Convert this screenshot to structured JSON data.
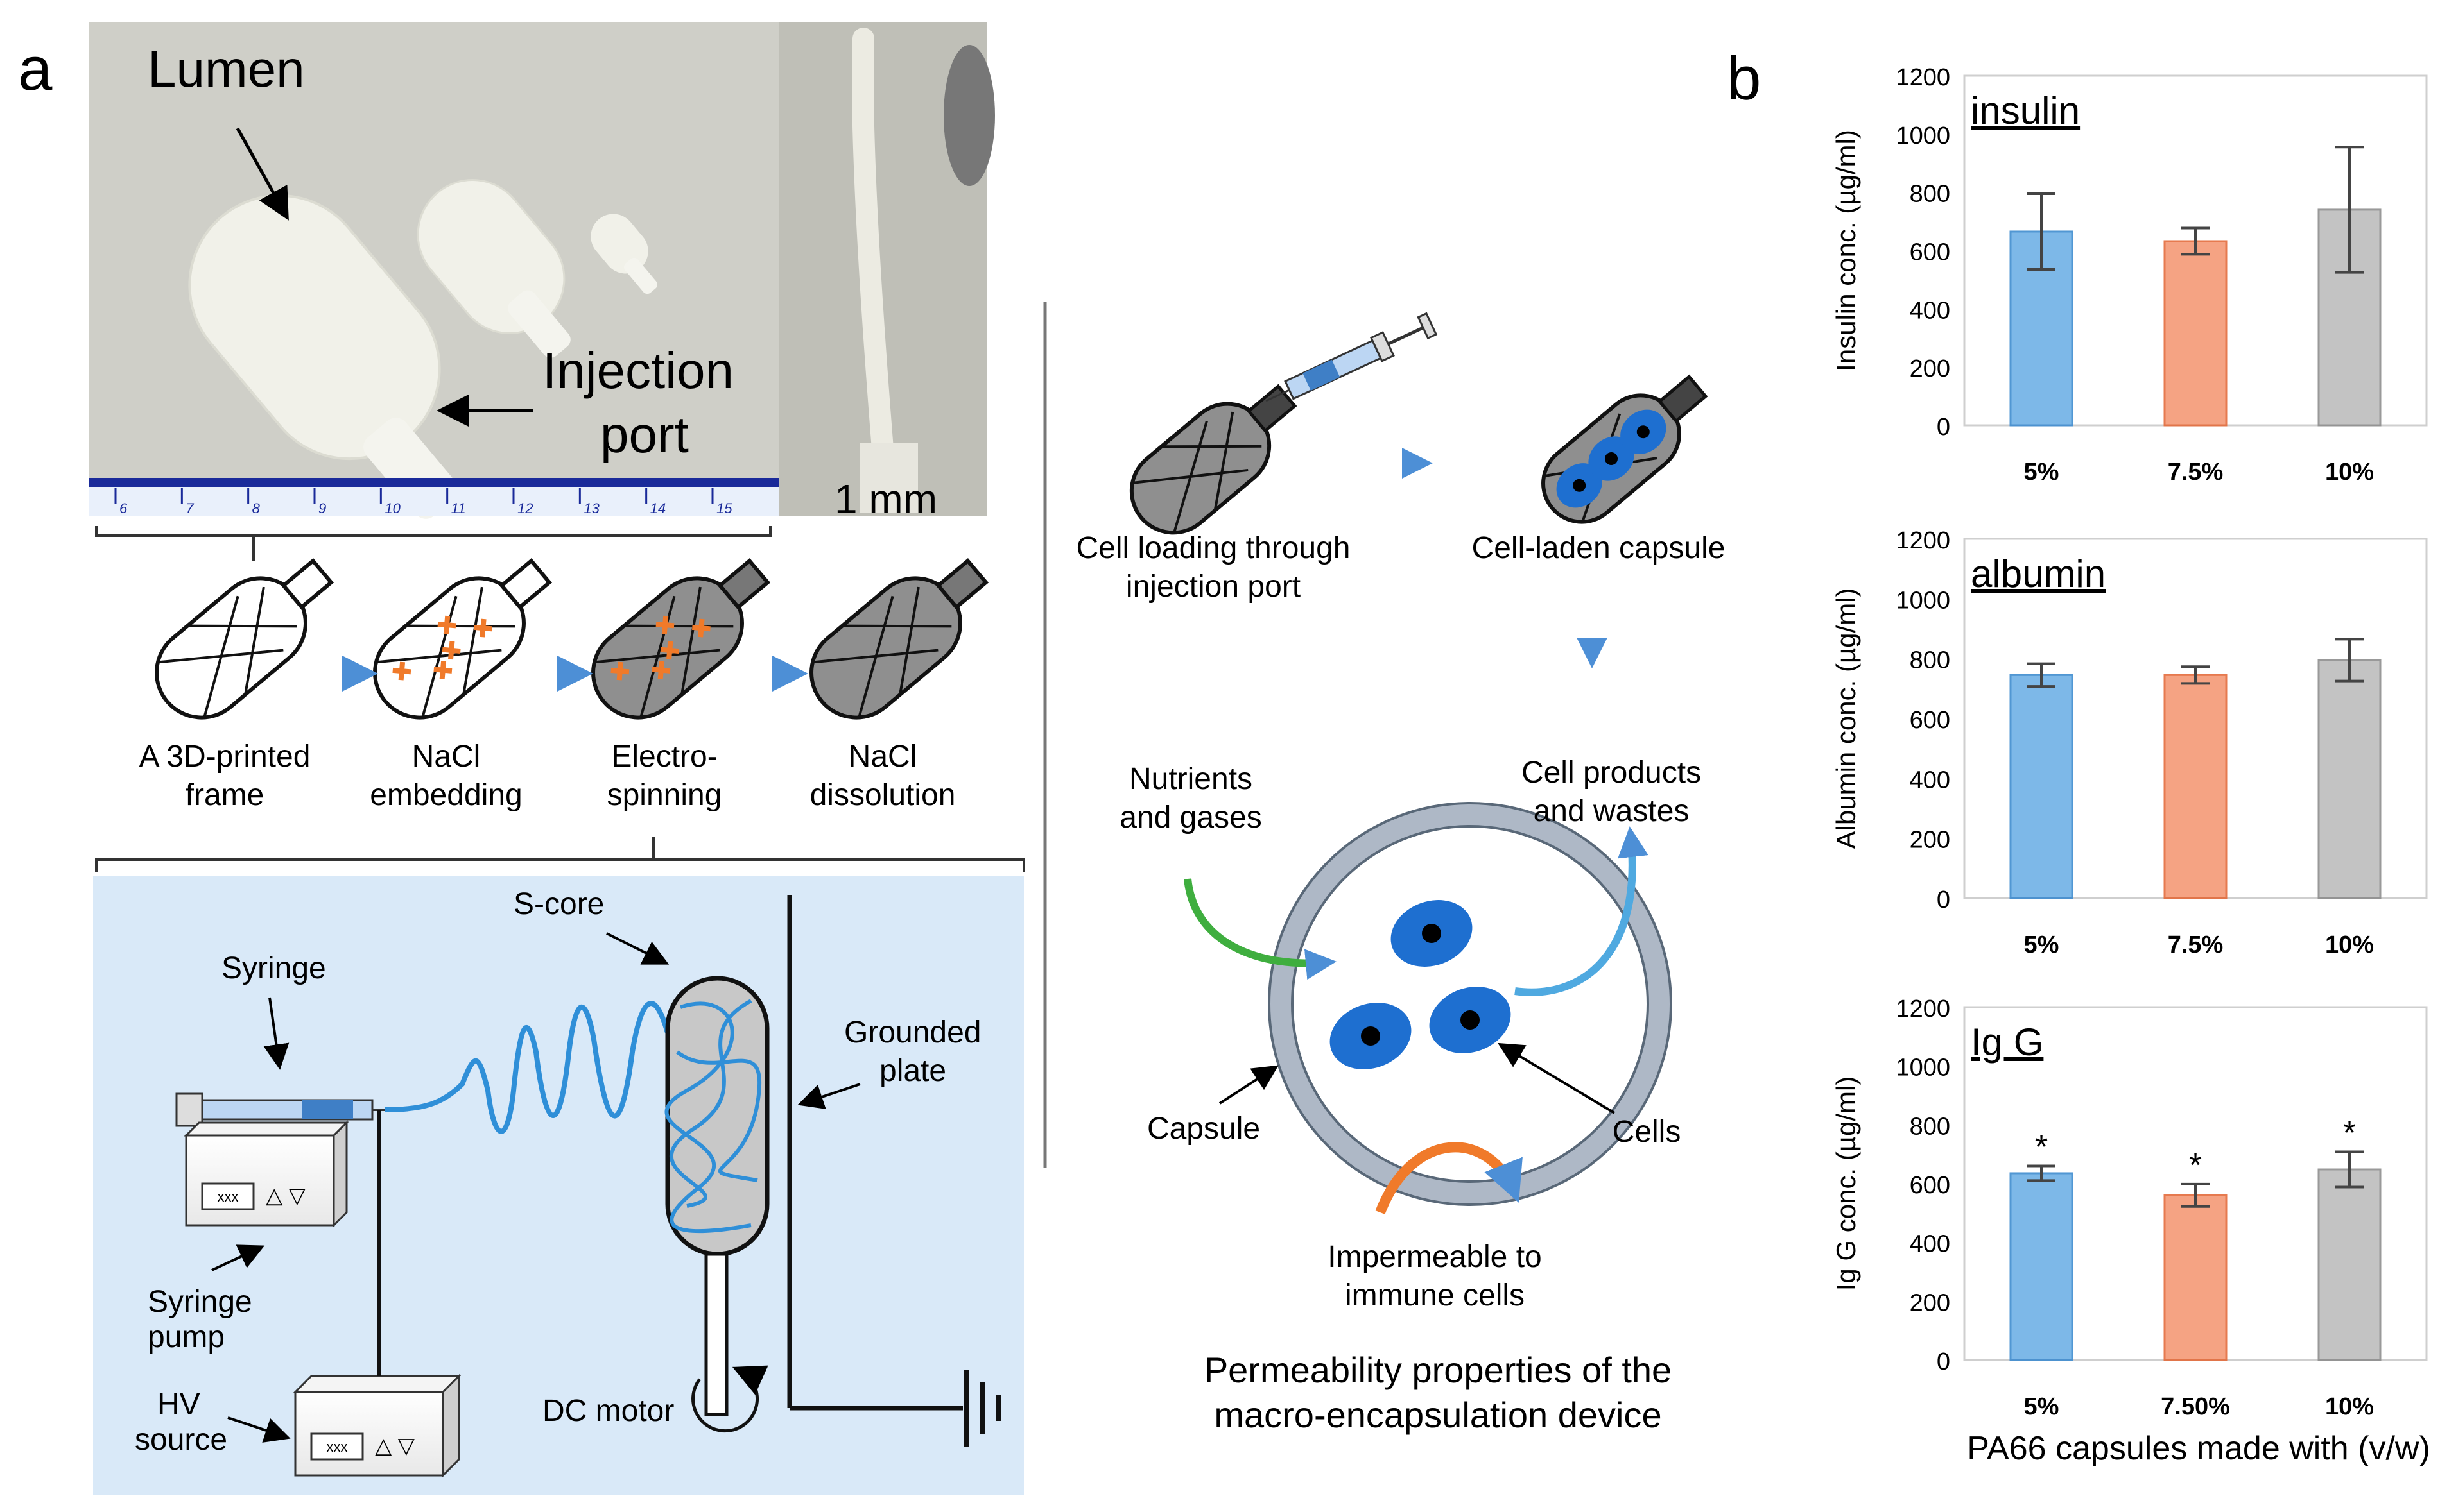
{
  "panel_a": {
    "letter": "a",
    "photo": {
      "lumen": "Lumen",
      "injection_line1": "Injection",
      "injection_line2": "port",
      "scale": "1 mm"
    },
    "ruler_marks": [
      "6",
      "7",
      "8",
      "9",
      "10",
      "11",
      "12",
      "13",
      "14",
      "15"
    ],
    "steps": [
      {
        "l1": "A 3D-printed",
        "l2": "frame"
      },
      {
        "l1": "NaCl",
        "l2": "embedding"
      },
      {
        "l1": "Electro-",
        "l2": "spinning"
      },
      {
        "l1": "NaCl",
        "l2": "dissolution"
      }
    ],
    "setup": {
      "syringe": "Syringe",
      "score": "S-core",
      "grounded1": "Grounded",
      "grounded2": "plate",
      "pump1": "Syringe",
      "pump2": "pump",
      "hv1": "HV",
      "hv2": "source",
      "dc": "DC motor",
      "display": "xxx",
      "arrows": "△ ▽"
    },
    "middle": {
      "loading1": "Cell loading through",
      "loading2": "injection port",
      "laden": "Cell-laden capsule",
      "nutrients1": "Nutrients",
      "nutrients2": "and gases",
      "products1": "Cell products",
      "products2": "and wastes",
      "capsule": "Capsule",
      "cells": "Cells",
      "imperm1": "Impermeable to",
      "imperm2": "immune cells",
      "caption1": "Permeability properties of the",
      "caption2": "macro-encapsulation device"
    }
  },
  "panel_b": {
    "letter": "b",
    "xlabel": "PA66 capsules made with (v/w)",
    "colors": [
      "#6fb1e6",
      "#f59a76",
      "#bdbdbd"
    ],
    "edges": [
      "#3f8ccf",
      "#e46c3c",
      "#8e8e8e"
    ],
    "ticks": [
      "0",
      "200",
      "400",
      "600",
      "800",
      "1000",
      "1200"
    ]
  },
  "chart_data": [
    {
      "type": "bar",
      "title": "insulin",
      "ylabel": "Insulin conc. (µg/ml)",
      "categories": [
        "5%",
        "7.5%",
        "10%"
      ],
      "values": [
        665,
        632,
        740
      ],
      "errors": [
        130,
        45,
        215
      ],
      "ylim": [
        0,
        1200
      ],
      "grid": false
    },
    {
      "type": "bar",
      "title": "albumin",
      "ylabel": "Albumin conc. (µg/ml)",
      "categories": [
        "5%",
        "7.5%",
        "10%"
      ],
      "values": [
        745,
        745,
        795
      ],
      "errors": [
        38,
        28,
        70
      ],
      "ylim": [
        0,
        1200
      ],
      "grid": false
    },
    {
      "type": "bar",
      "title": "Ig G",
      "ylabel": "Ig G conc. (µg/ml)",
      "categories": [
        "5%",
        "7.50%",
        "10%"
      ],
      "values": [
        635,
        560,
        648
      ],
      "errors": [
        25,
        38,
        60
      ],
      "ylim": [
        0,
        1200
      ],
      "grid": false,
      "markers": [
        "*",
        "*",
        "*"
      ]
    }
  ]
}
